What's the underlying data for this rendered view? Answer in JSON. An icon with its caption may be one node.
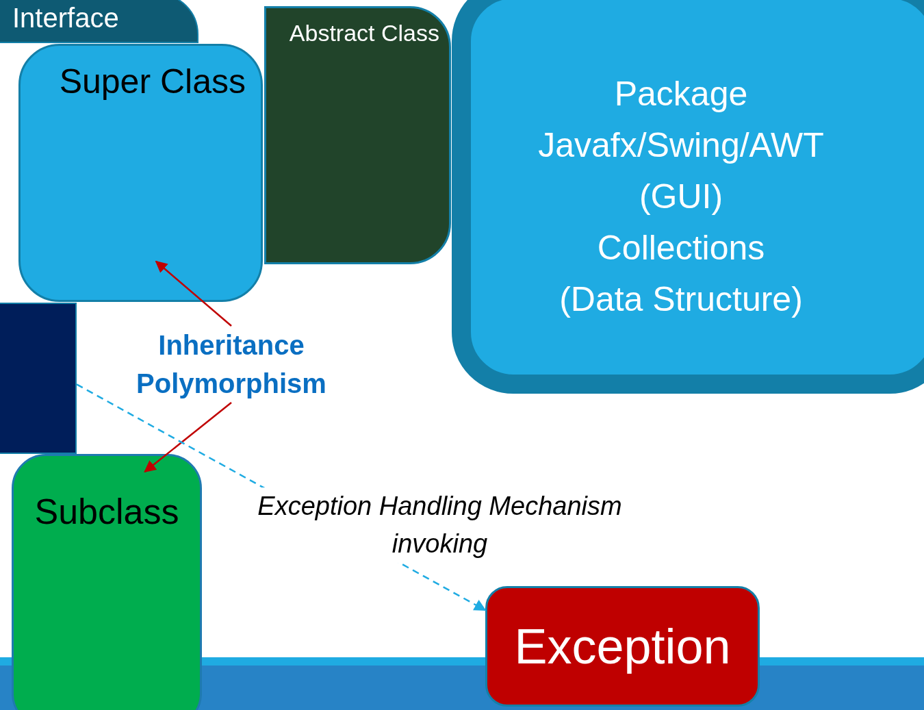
{
  "diagram": {
    "nodes": [
      {
        "text": [
          "Interface"
        ]
      },
      {
        "text": [
          "Abstract Class"
        ]
      },
      {
        "text": [
          "Super Class"
        ]
      },
      {
        "text": [],
        "shape": "box"
      },
      {
        "text": [
          "Package",
          "Javafx/Swing/AWT",
          "(GUI)",
          "Collections",
          "(Data Structure)"
        ]
      },
      {
        "text": [
          "Inheritance",
          "Polymorphism"
        ]
      },
      {
        "text": [
          "Subclass"
        ]
      },
      {
        "text": [
          "Exception"
        ]
      }
    ],
    "edges": [
      {
        "from": 5,
        "to": 2,
        "arrow": "to",
        "color": "#c00000"
      },
      {
        "from": 5,
        "to": 6,
        "arrow": "to",
        "color": "#c00000"
      },
      {
        "from": 3,
        "to": 7,
        "arrow": "to",
        "style": "dashed",
        "color": "#1fabe2",
        "label": "Exception Handling Mechanism invoking"
      }
    ]
  }
}
